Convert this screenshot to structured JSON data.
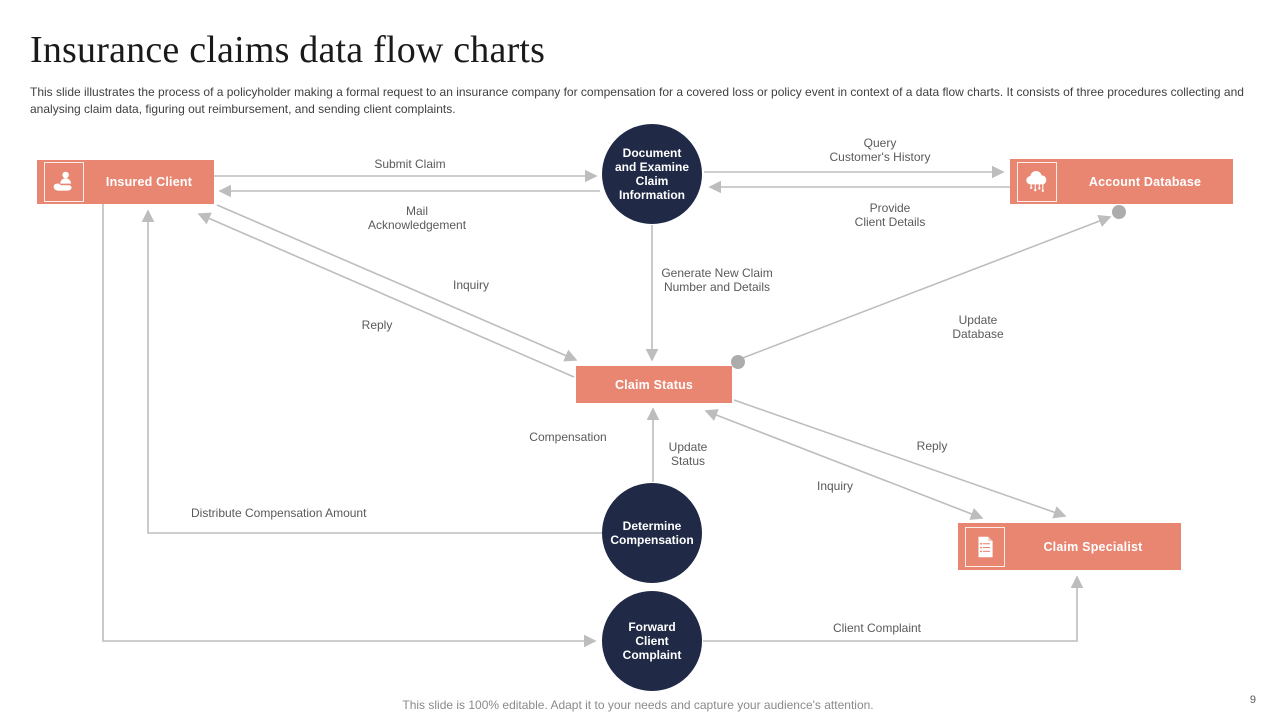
{
  "slide": {
    "title": "Insurance claims data flow charts",
    "description": "This slide illustrates the process of a policyholder making a formal request to an insurance company for compensation for a covered loss or policy event in context of a data flow charts. It consists of three procedures collecting and analysing claim data, figuring out reimbursement, and sending client complaints.",
    "footer": "This slide is 100% editable. Adapt it to your needs and capture your audience's attention.",
    "page_number": "9"
  },
  "colors": {
    "accent_salmon": "#E98672",
    "dark_navy": "#202A47",
    "connector_gray": "#BFBFBF",
    "label_gray": "#595959"
  },
  "nodes": {
    "insured_client": {
      "label": "Insured Client",
      "icon": "hand-holding-person-icon"
    },
    "account_database": {
      "label": "Account Database",
      "icon": "cloud-database-icon"
    },
    "document_examine": {
      "label": "Document\nand Examine\nClaim\nInformation"
    },
    "claim_status": {
      "label": "Claim Status"
    },
    "determine_compensation": {
      "label": "Determine\nCompensation"
    },
    "forward_complaint": {
      "label": "Forward\nClient\nComplaint"
    },
    "claim_specialist": {
      "label": "Claim Specialist",
      "icon": "claim-document-icon"
    }
  },
  "edge_labels": {
    "submit_claim": "Submit Claim",
    "mail_acknowledgement": "Mail\nAcknowledgement",
    "query_customers_history": "Query\nCustomer's History",
    "provide_client_details": "Provide\nClient Details",
    "generate_new_claim": "Generate New Claim\nNumber and Details",
    "inquiry_left": "Inquiry",
    "reply_left": "Reply",
    "update_database": "Update\nDatabase",
    "compensation": "Compensation",
    "update_status": "Update\nStatus",
    "reply_right": "Reply",
    "inquiry_right": "Inquiry",
    "distribute_compensation": "Distribute Compensation Amount",
    "client_complaint": "Client Complaint"
  }
}
